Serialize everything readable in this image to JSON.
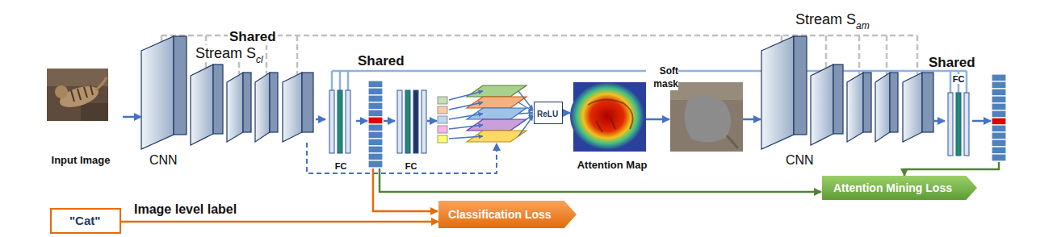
{
  "diagram": {
    "nodes": [
      {
        "text": [
          "Input Image"
        ]
      },
      {
        "text": [
          "CNN"
        ]
      },
      {
        "text": [
          "FC"
        ]
      },
      {
        "text": [
          "FC"
        ]
      },
      {
        "text": [
          "ReLU"
        ]
      },
      {
        "text": [
          "Attention Map"
        ]
      },
      {
        "text": [
          "CNN"
        ]
      },
      {
        "text": [
          "FC"
        ]
      },
      {
        "text": [
          "\"Cat\""
        ]
      },
      {
        "text": [
          "Classification Loss"
        ]
      },
      {
        "text": [
          "Attention Mining Loss"
        ]
      }
    ],
    "edges": [
      {
        "from": 0,
        "to": 1,
        "arrow": "to"
      },
      {
        "from": 1,
        "to": 2,
        "arrow": "to"
      },
      {
        "from": 4,
        "to": 5,
        "arrow": "to"
      },
      {
        "from": 6,
        "to": 7,
        "arrow": "to"
      },
      {
        "from": 8,
        "to": 9,
        "label": "Image level label",
        "arrow": "to"
      }
    ],
    "labels": [
      "Shared",
      "Stream S",
      "cl",
      "Shared",
      "Soft mask",
      "Stream S",
      "am",
      "Shared"
    ]
  }
}
